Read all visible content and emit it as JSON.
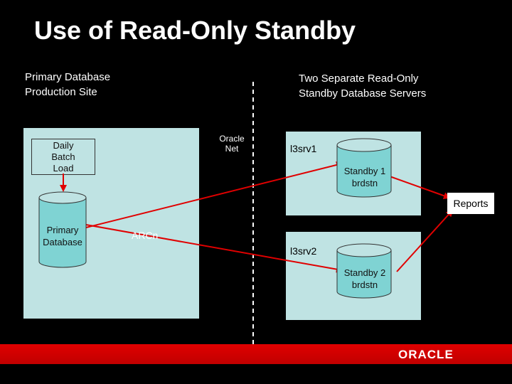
{
  "title": "Use of Read-Only Standby",
  "primary_site": {
    "line1": "Primary Database",
    "line2": "Production Site"
  },
  "standby_site": {
    "line1": "Two Separate Read-Only",
    "line2": "Standby Database Servers"
  },
  "daily_batch_load": {
    "line1": "Daily",
    "line2": "Batch",
    "line3": "Load"
  },
  "primary_database": {
    "line1": "Primary",
    "line2": "Database"
  },
  "oracle_net": {
    "line1": "Oracle",
    "line2": "Net"
  },
  "arcn_label": "ARCn",
  "server1": {
    "host": "l3srv1",
    "db_line1": "Standby 1",
    "db_line2": "brdstn"
  },
  "server2": {
    "host": "l3srv2",
    "db_line1": "Standby 2",
    "db_line2": "brdstn"
  },
  "reports_label": "Reports",
  "footer": {
    "logo_text": "ORACLE"
  },
  "colors": {
    "background": "#000000",
    "panel": "#bfe3e3",
    "arrow": "#e00000",
    "footer": "#d00000",
    "text": "#ffffff"
  }
}
